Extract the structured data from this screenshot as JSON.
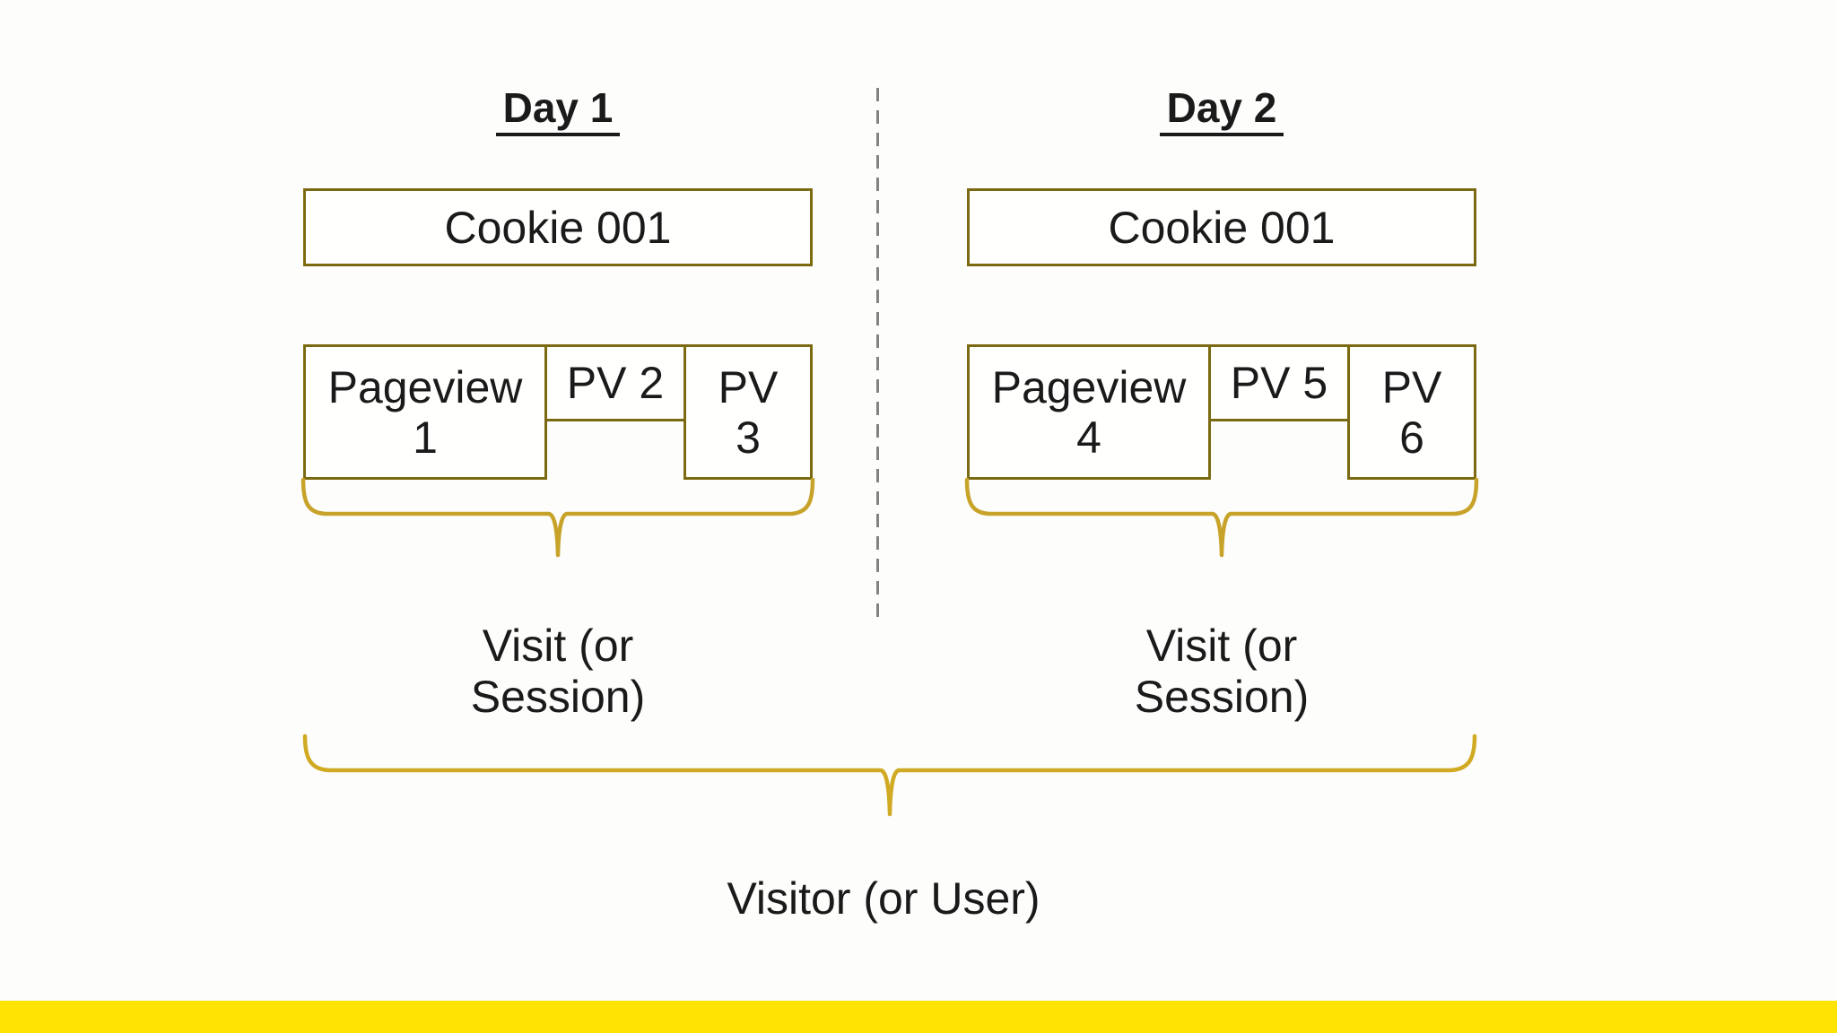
{
  "canvas": {
    "background": "#fdfdfc"
  },
  "colors": {
    "box_border": "#7b6a12",
    "box_fill": "#fffffe",
    "brace": "#c8a32a",
    "big_brace": "#d0aa22",
    "text": "#1a1a1a",
    "divider": "#828282",
    "bottom_bar": "#ffe401"
  },
  "days": [
    {
      "title": "Day 1",
      "cookie_label": "Cookie 001",
      "pageviews": [
        "Pageview 1",
        "PV 2",
        "PV 3"
      ],
      "visit_label": "Visit (or Session)"
    },
    {
      "title": "Day 2",
      "cookie_label": "Cookie 001",
      "pageviews": [
        "Pageview 4",
        "PV 5",
        "PV 6"
      ],
      "visit_label": "Visit (or Session)"
    }
  ],
  "visitor_label": "Visitor (or User)"
}
